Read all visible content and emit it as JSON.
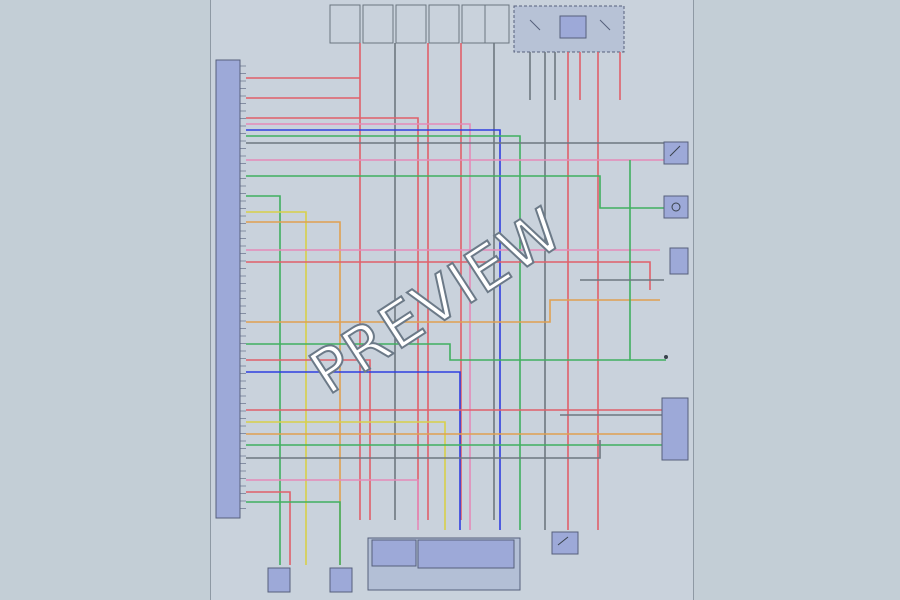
{
  "watermark": {
    "text": "PREVIEW"
  },
  "colors": {
    "page_bg": "#c3ced6",
    "sheet_bg": "#c9d2dc",
    "connector_fill": "#9da9d8",
    "wire_red": "#e0606a",
    "wire_pink": "#e58ab8",
    "wire_blue": "#2f3fe0",
    "wire_green": "#40b060",
    "wire_yellow": "#d8d04a",
    "wire_orange": "#e0a050",
    "wire_gray": "#6e7780",
    "watermark_fill": "#ffffff"
  },
  "diagram": {
    "components": [
      {
        "id": "tcm",
        "icon": "connector-block"
      },
      {
        "id": "valve-body",
        "icon": "connector-block"
      },
      {
        "id": "input-speed-sensor",
        "icon": "sensor-box"
      },
      {
        "id": "output-speed-sensor",
        "icon": "sensor-box"
      },
      {
        "id": "shift-lock-solenoid",
        "icon": "connector-block"
      },
      {
        "id": "range-switch",
        "icon": "switch-box"
      },
      {
        "id": "brake-switch",
        "icon": "switch-box"
      },
      {
        "id": "overdrive-switch",
        "icon": "switch-box"
      },
      {
        "id": "data-link",
        "icon": "connector-block"
      },
      {
        "id": "relay-box",
        "icon": "relay-box"
      },
      {
        "id": "fuse-block",
        "icon": "fuse-row"
      }
    ]
  }
}
